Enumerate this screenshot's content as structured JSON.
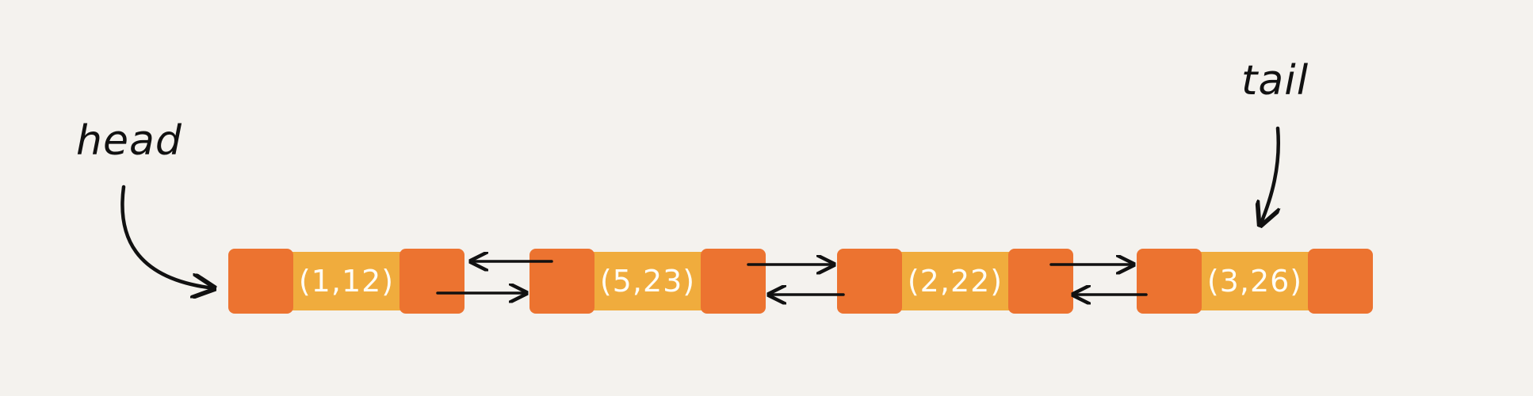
{
  "labels": {
    "head": "head",
    "tail": "tail"
  },
  "nodes": [
    {
      "text": "(1,12)"
    },
    {
      "text": "(5,23)"
    },
    {
      "text": "(2,22)"
    },
    {
      "text": "(3,26)"
    }
  ],
  "colors": {
    "background": "#f4f2ee",
    "pointer_cell": "#ec7330",
    "data_cell": "#f0ac3d",
    "arrow": "#111111"
  }
}
